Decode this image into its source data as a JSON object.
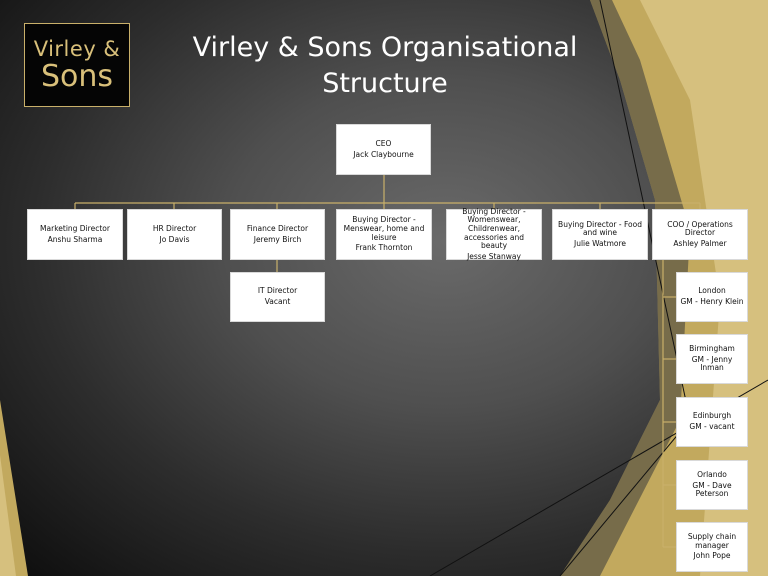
{
  "logo": {
    "line1": "Virley &",
    "line2": "Sons"
  },
  "title": "Virley & Sons Organisational Structure",
  "colors": {
    "gold": "#c9b06a",
    "connector": "#c9b06a",
    "node_bg": "#ffffff"
  },
  "ceo": {
    "role": "CEO",
    "name": "Jack Claybourne"
  },
  "directors": [
    {
      "role": "Marketing Director",
      "name": "Anshu Sharma"
    },
    {
      "role": "HR Director",
      "name": "Jo Davis"
    },
    {
      "role": "Finance Director",
      "name": "Jeremy Birch"
    },
    {
      "role": "Buying Director - Menswear, home and leisure",
      "name": "Frank Thornton"
    },
    {
      "role": "Buying Director - Womenswear, Childrenwear, accessories and beauty",
      "name": "Jesse Stanway"
    },
    {
      "role": "Buying Director - Food and wine",
      "name": "Julie Watmore"
    },
    {
      "role": "COO / Operations Director",
      "name": "Ashley Palmer"
    }
  ],
  "it_director": {
    "role": "IT Director",
    "name": "Vacant"
  },
  "operations": [
    {
      "role": "London",
      "name": "GM - Henry Klein"
    },
    {
      "role": "Birmingham",
      "name": "GM - Jenny Inman"
    },
    {
      "role": "Edinburgh",
      "name": "GM - vacant"
    },
    {
      "role": "Orlando",
      "name": "GM - Dave Peterson"
    },
    {
      "role": "Supply chain manager",
      "name": "John Pope"
    }
  ]
}
